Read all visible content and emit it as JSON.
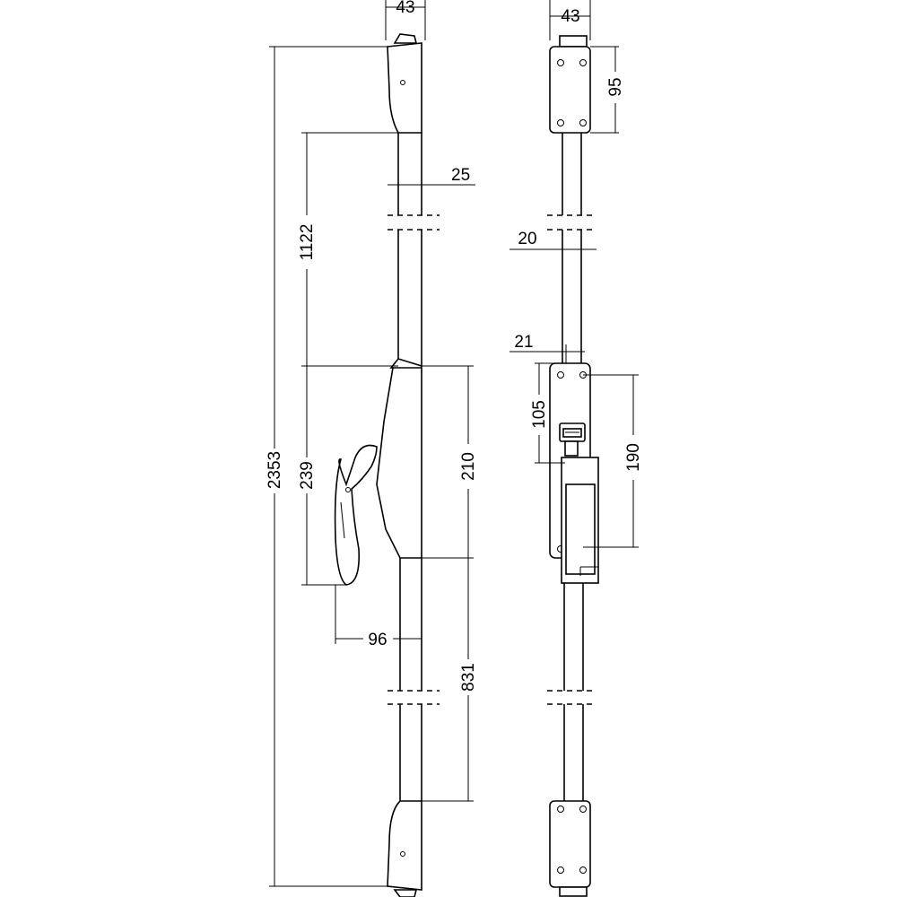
{
  "dimensions": {
    "top_width_front": "43",
    "top_width_side": "43",
    "overall_height": "2353",
    "upper_rod": "1122",
    "rod_front": "25",
    "rod_side": "20",
    "offset_side": "21",
    "handle_height": "239",
    "gearbox_height": "210",
    "handle_projection": "96",
    "lower_rod": "831",
    "plate_top": "95",
    "plate_upper": "105",
    "plate_total": "190"
  }
}
